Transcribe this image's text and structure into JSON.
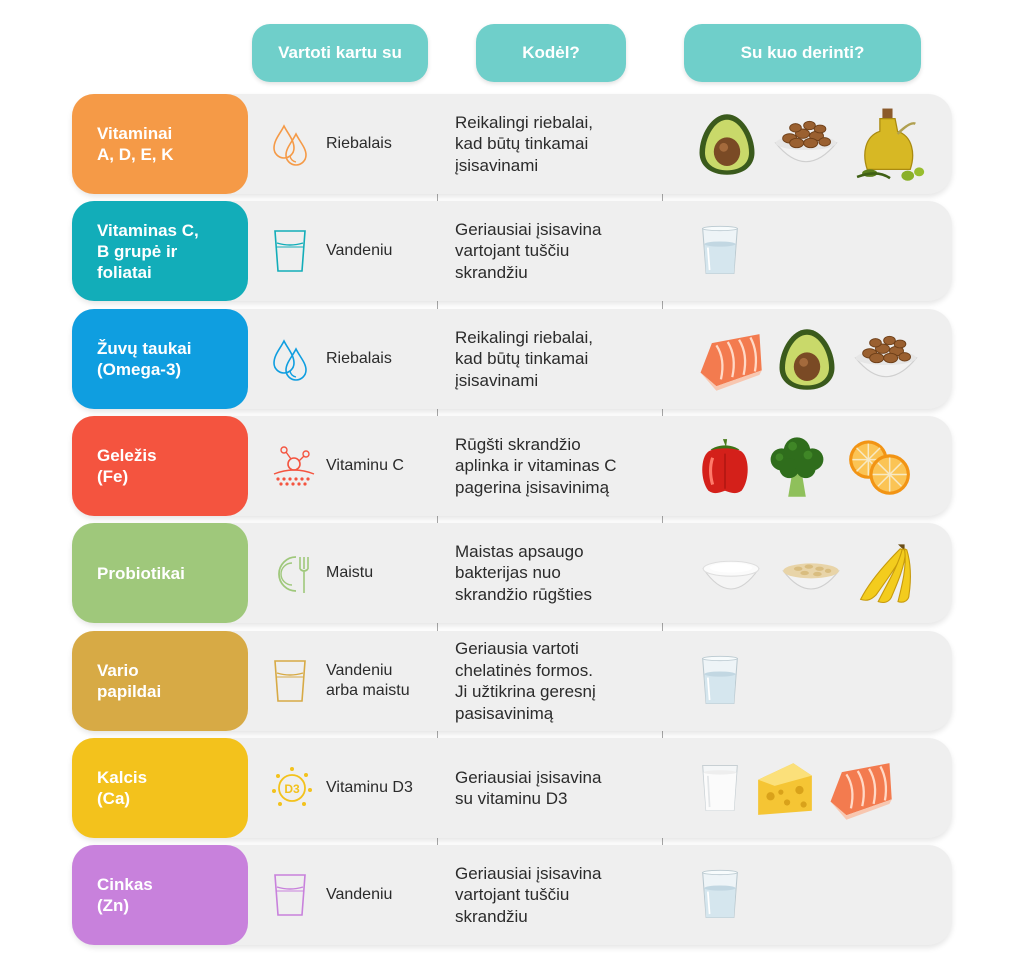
{
  "headers": {
    "with": "Vartoti kartu su",
    "why": "Kodėl?",
    "combine": "Su kuo derinti?"
  },
  "rows": [
    {
      "nutrient": "Vitaminai\nA, D, E, K",
      "color": "#f59a47",
      "icon": "oil-drops-icon",
      "with": "Riebalais",
      "why": "Reikalingi riebalai,\nkad būtų tinkamai\nįsisavinami",
      "foods": [
        "avocado",
        "nuts",
        "olive-oil"
      ]
    },
    {
      "nutrient": "Vitaminas C,\nB grupė ir\nfoliatai",
      "color": "#12adb9",
      "icon": "water-glass-icon",
      "with": "Vandeniu",
      "why": "Geriausiai įsisavina\nvartojant tuščiu\nskrandžiu",
      "foods": [
        "water-glass"
      ]
    },
    {
      "nutrient": "Žuvų taukai\n(Omega-3)",
      "color": "#0f9ee0",
      "icon": "oil-drops-icon",
      "with": "Riebalais",
      "why": "Reikalingi riebalai,\nkad būtų tinkamai\nįsisavinami",
      "foods": [
        "salmon",
        "avocado",
        "nuts"
      ]
    },
    {
      "nutrient": "Geležis\n(Fe)",
      "color": "#f4543f",
      "icon": "molecule-icon",
      "with": "Vitaminu C",
      "why": "Rūgšti skrandžio\naplinka ir vitaminas C\npagerina įsisavinimą",
      "foods": [
        "red-pepper",
        "broccoli",
        "orange"
      ]
    },
    {
      "nutrient": "Probiotikai",
      "color": "#9fc87b",
      "icon": "plate-icon",
      "with": "Maistu",
      "why": "Maistas apsaugo\nbakterijas nuo\nskrandžio rūgšties",
      "foods": [
        "yogurt",
        "oats",
        "bananas"
      ]
    },
    {
      "nutrient": "Vario\npapildai",
      "color": "#d7aa45",
      "icon": "water-glass-icon",
      "with": "Vandeniu\narba maistu",
      "why": "Geriausia vartoti\nchelatinės formos.\nJi užtikrina geresnį\npasisavinimą",
      "foods": [
        "water-glass"
      ]
    },
    {
      "nutrient": "Kalcis\n(Ca)",
      "color": "#f3c21c",
      "icon": "vitamin-d3-icon",
      "with": "Vitaminu D3",
      "why": "Geriausiai įsisavina\nsu vitaminu D3",
      "foods": [
        "milk-glass",
        "cheese",
        "salmon"
      ]
    },
    {
      "nutrient": "Cinkas\n(Zn)",
      "color": "#c881dc",
      "icon": "water-glass-icon",
      "with": "Vandeniu",
      "why": "Geriausiai įsisavina\nvartojant tuščiu\nskrandžiu",
      "foods": [
        "water-glass"
      ]
    }
  ],
  "d3_label": "D3"
}
